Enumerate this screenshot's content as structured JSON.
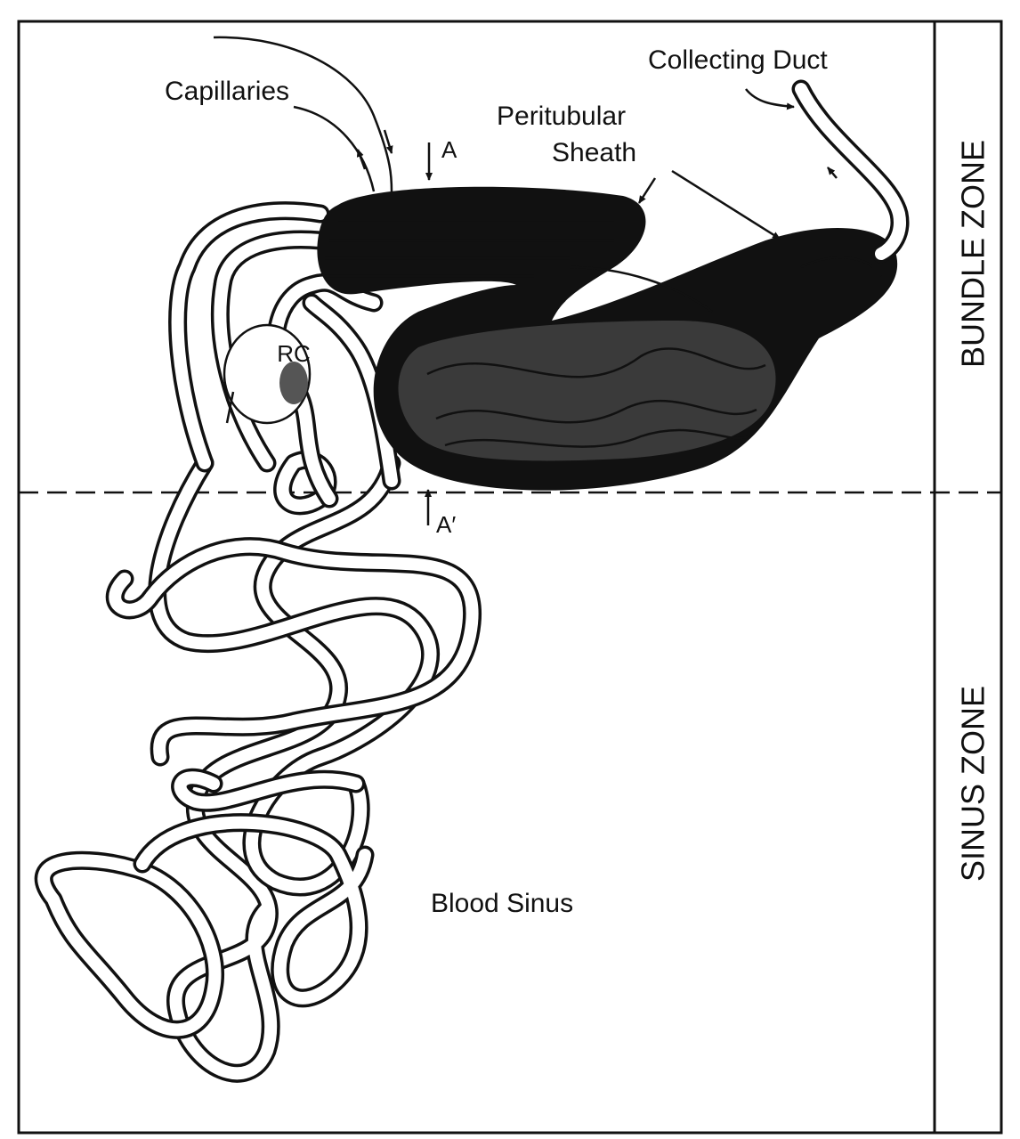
{
  "zones": {
    "bundle": "BUNDLE ZONE",
    "sinus": "SINUS ZONE"
  },
  "labels": {
    "capillaries": "Capillaries",
    "collecting_duct": "Collecting Duct",
    "peritubular_line1": "Peritubular",
    "peritubular_line2": "Sheath",
    "section_top": "A",
    "section_bottom": "A′",
    "rc": "RC",
    "blood_sinus": "Blood Sinus"
  }
}
